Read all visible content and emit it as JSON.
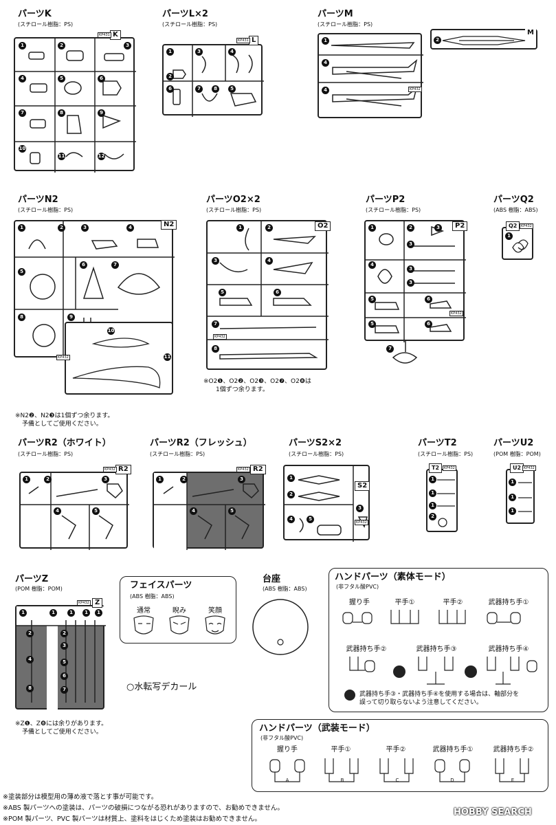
{
  "sections": {
    "K": {
      "title": "パーツK",
      "material": "(スチロール樹脂：PS)",
      "tag": "K",
      "code": "KP431"
    },
    "L": {
      "title": "パーツL×2",
      "material": "(スチロール樹脂：PS)",
      "tag": "L",
      "code": "KP431"
    },
    "M": {
      "title": "パーツM",
      "material": "(スチロール樹脂：PS)",
      "tag": "M",
      "code": "KP432"
    },
    "N2": {
      "title": "パーツN2",
      "material": "(スチロール樹脂：PS)",
      "tag": "N2",
      "code": "KP432"
    },
    "O2": {
      "title": "パーツO2×2",
      "material": "(スチロール樹脂：PS)",
      "tag": "O2",
      "code": "KP432"
    },
    "P2": {
      "title": "パーツP2",
      "material": "(スチロール樹脂：PS)",
      "tag": "P2",
      "code": "KP432"
    },
    "Q2": {
      "title": "パーツQ2",
      "material": "(ABS 樹脂：ABS)",
      "tag": "Q2",
      "code": "KP432"
    },
    "R2W": {
      "title": "パーツR2（ホワイト）",
      "material": "(スチロール樹脂：PS)",
      "tag": "R2",
      "code": "KP432"
    },
    "R2F": {
      "title": "パーツR2（フレッシュ）",
      "material": "(スチロール樹脂：PS)",
      "tag": "R2",
      "code": "KP432"
    },
    "S2": {
      "title": "パーツS2×2",
      "material": "(スチロール樹脂：PS)",
      "tag": "S2",
      "code": "KP432"
    },
    "T2": {
      "title": "パーツT2",
      "material": "(スチロール樹脂：PS)",
      "tag": "T2",
      "code": "KP432"
    },
    "U2": {
      "title": "パーツU2",
      "material": "(POM 樹脂：POM)",
      "tag": "U2",
      "code": "KP432"
    },
    "Z": {
      "title": "パーツZ",
      "material": "(POM 樹脂：POM)",
      "tag": "Z",
      "code": "KP432"
    }
  },
  "notes": {
    "n2": [
      "※N2❷、N2❸は1個ずつ余ります。",
      "予備としてご使用ください。"
    ],
    "o2": [
      "※O2❶、O2❷、O2❸、O2❼、O2❽は",
      "1個ずつ余ります。"
    ],
    "z": [
      "※Z❶、Z❽には余りがあります。",
      "予備としてご使用ください。"
    ]
  },
  "face": {
    "title": "フェイスパーツ",
    "material": "(ABS 樹脂：ABS)",
    "labels": [
      "通常",
      "睨み",
      "笑顔"
    ]
  },
  "base": {
    "title": "台座",
    "material": "(ABS 樹脂：ABS)"
  },
  "decal": "○水転写デカール",
  "hand_body": {
    "title": "ハンドパーツ（素体モード）",
    "material": "(非フタル酸PVC)",
    "row1": [
      "握り手",
      "平手①",
      "平手②",
      "武器持ち手①"
    ],
    "row2": [
      "武器持ち手②",
      "武器持ち手③",
      "武器持ち手④"
    ],
    "warning": [
      "武器持ち手③・武器持ち手④を使用する場合は、軸部分を",
      "誤って切り取らないよう注意してください。"
    ]
  },
  "hand_armor": {
    "title": "ハンドパーツ（武装モード）",
    "material": "(非フタル酸PVC)",
    "labels": [
      "握り手",
      "平手①",
      "平手②",
      "武器持ち手①",
      "武器持ち手②"
    ],
    "letters": [
      "A",
      "B",
      "C",
      "D",
      "E"
    ]
  },
  "footer": [
    "※塗装部分は模型用の薄め液で落とす事が可能です。",
    "※ABS 製パーツへの塗装は、パーツの破損につながる恐れがありますので、お勧めできません。",
    "※POM 製パーツ、PVC 製パーツは材質上、塗料をはじくため塗装はお勧めできません。"
  ],
  "watermark": "HOBBY SEARCH"
}
